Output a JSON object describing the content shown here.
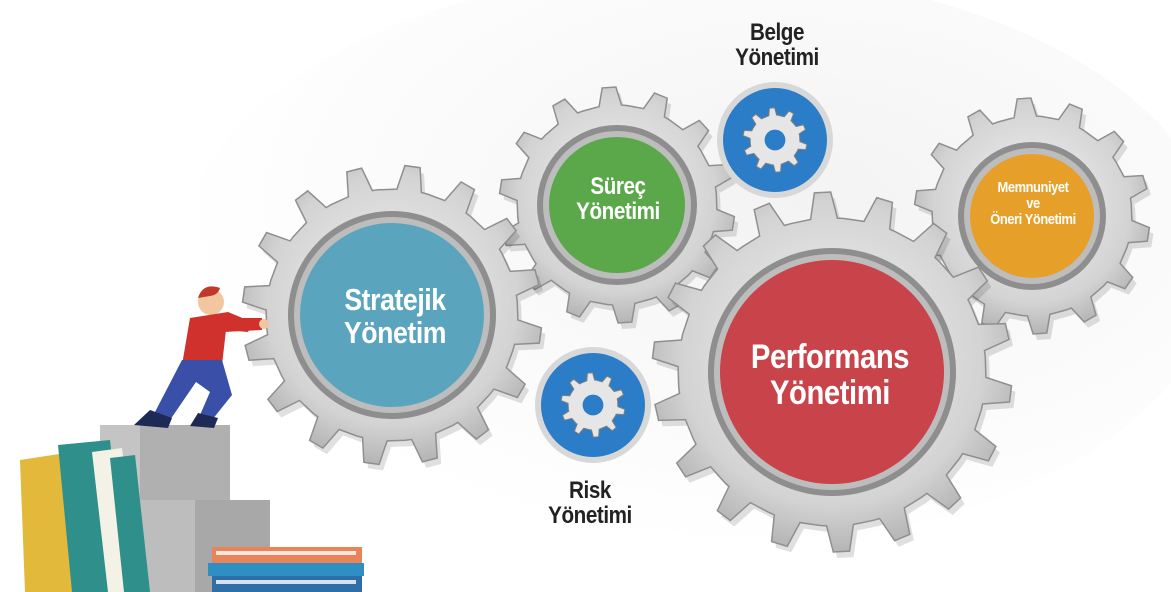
{
  "gears": {
    "stratejik": {
      "line1": "Stratejik",
      "line2": "Yönetim",
      "color": "#5aa5bd"
    },
    "surec": {
      "line1": "Süreç",
      "line2": "Yönetimi",
      "color": "#5aa84a"
    },
    "performans": {
      "line1": "Performans",
      "line2": "Yönetimi",
      "color": "#c8434a"
    },
    "memnuniyet": {
      "line1": "Memnuniyet",
      "line2": "ve",
      "line3": "Öneri Yönetimi",
      "color": "#e6a02a"
    }
  },
  "small_gears": {
    "belge": {
      "line1": "Belge",
      "line2": "Yönetimi",
      "color": "#2a7dc6"
    },
    "risk": {
      "line1": "Risk",
      "line2": "Yönetimi",
      "color": "#2a7dc6"
    }
  },
  "colors": {
    "gear_metal": "#c9c9c9",
    "gear_metal_dark": "#9a9a9a",
    "person_shirt": "#d0312d",
    "person_pants": "#3a4fa8",
    "book_yellow": "#e2b93b",
    "book_teal": "#2f8f8a"
  },
  "icons": {
    "small_gear_icon": "gear-icon",
    "person": "person-pushing-illustration",
    "books": "books-stack-illustration"
  }
}
